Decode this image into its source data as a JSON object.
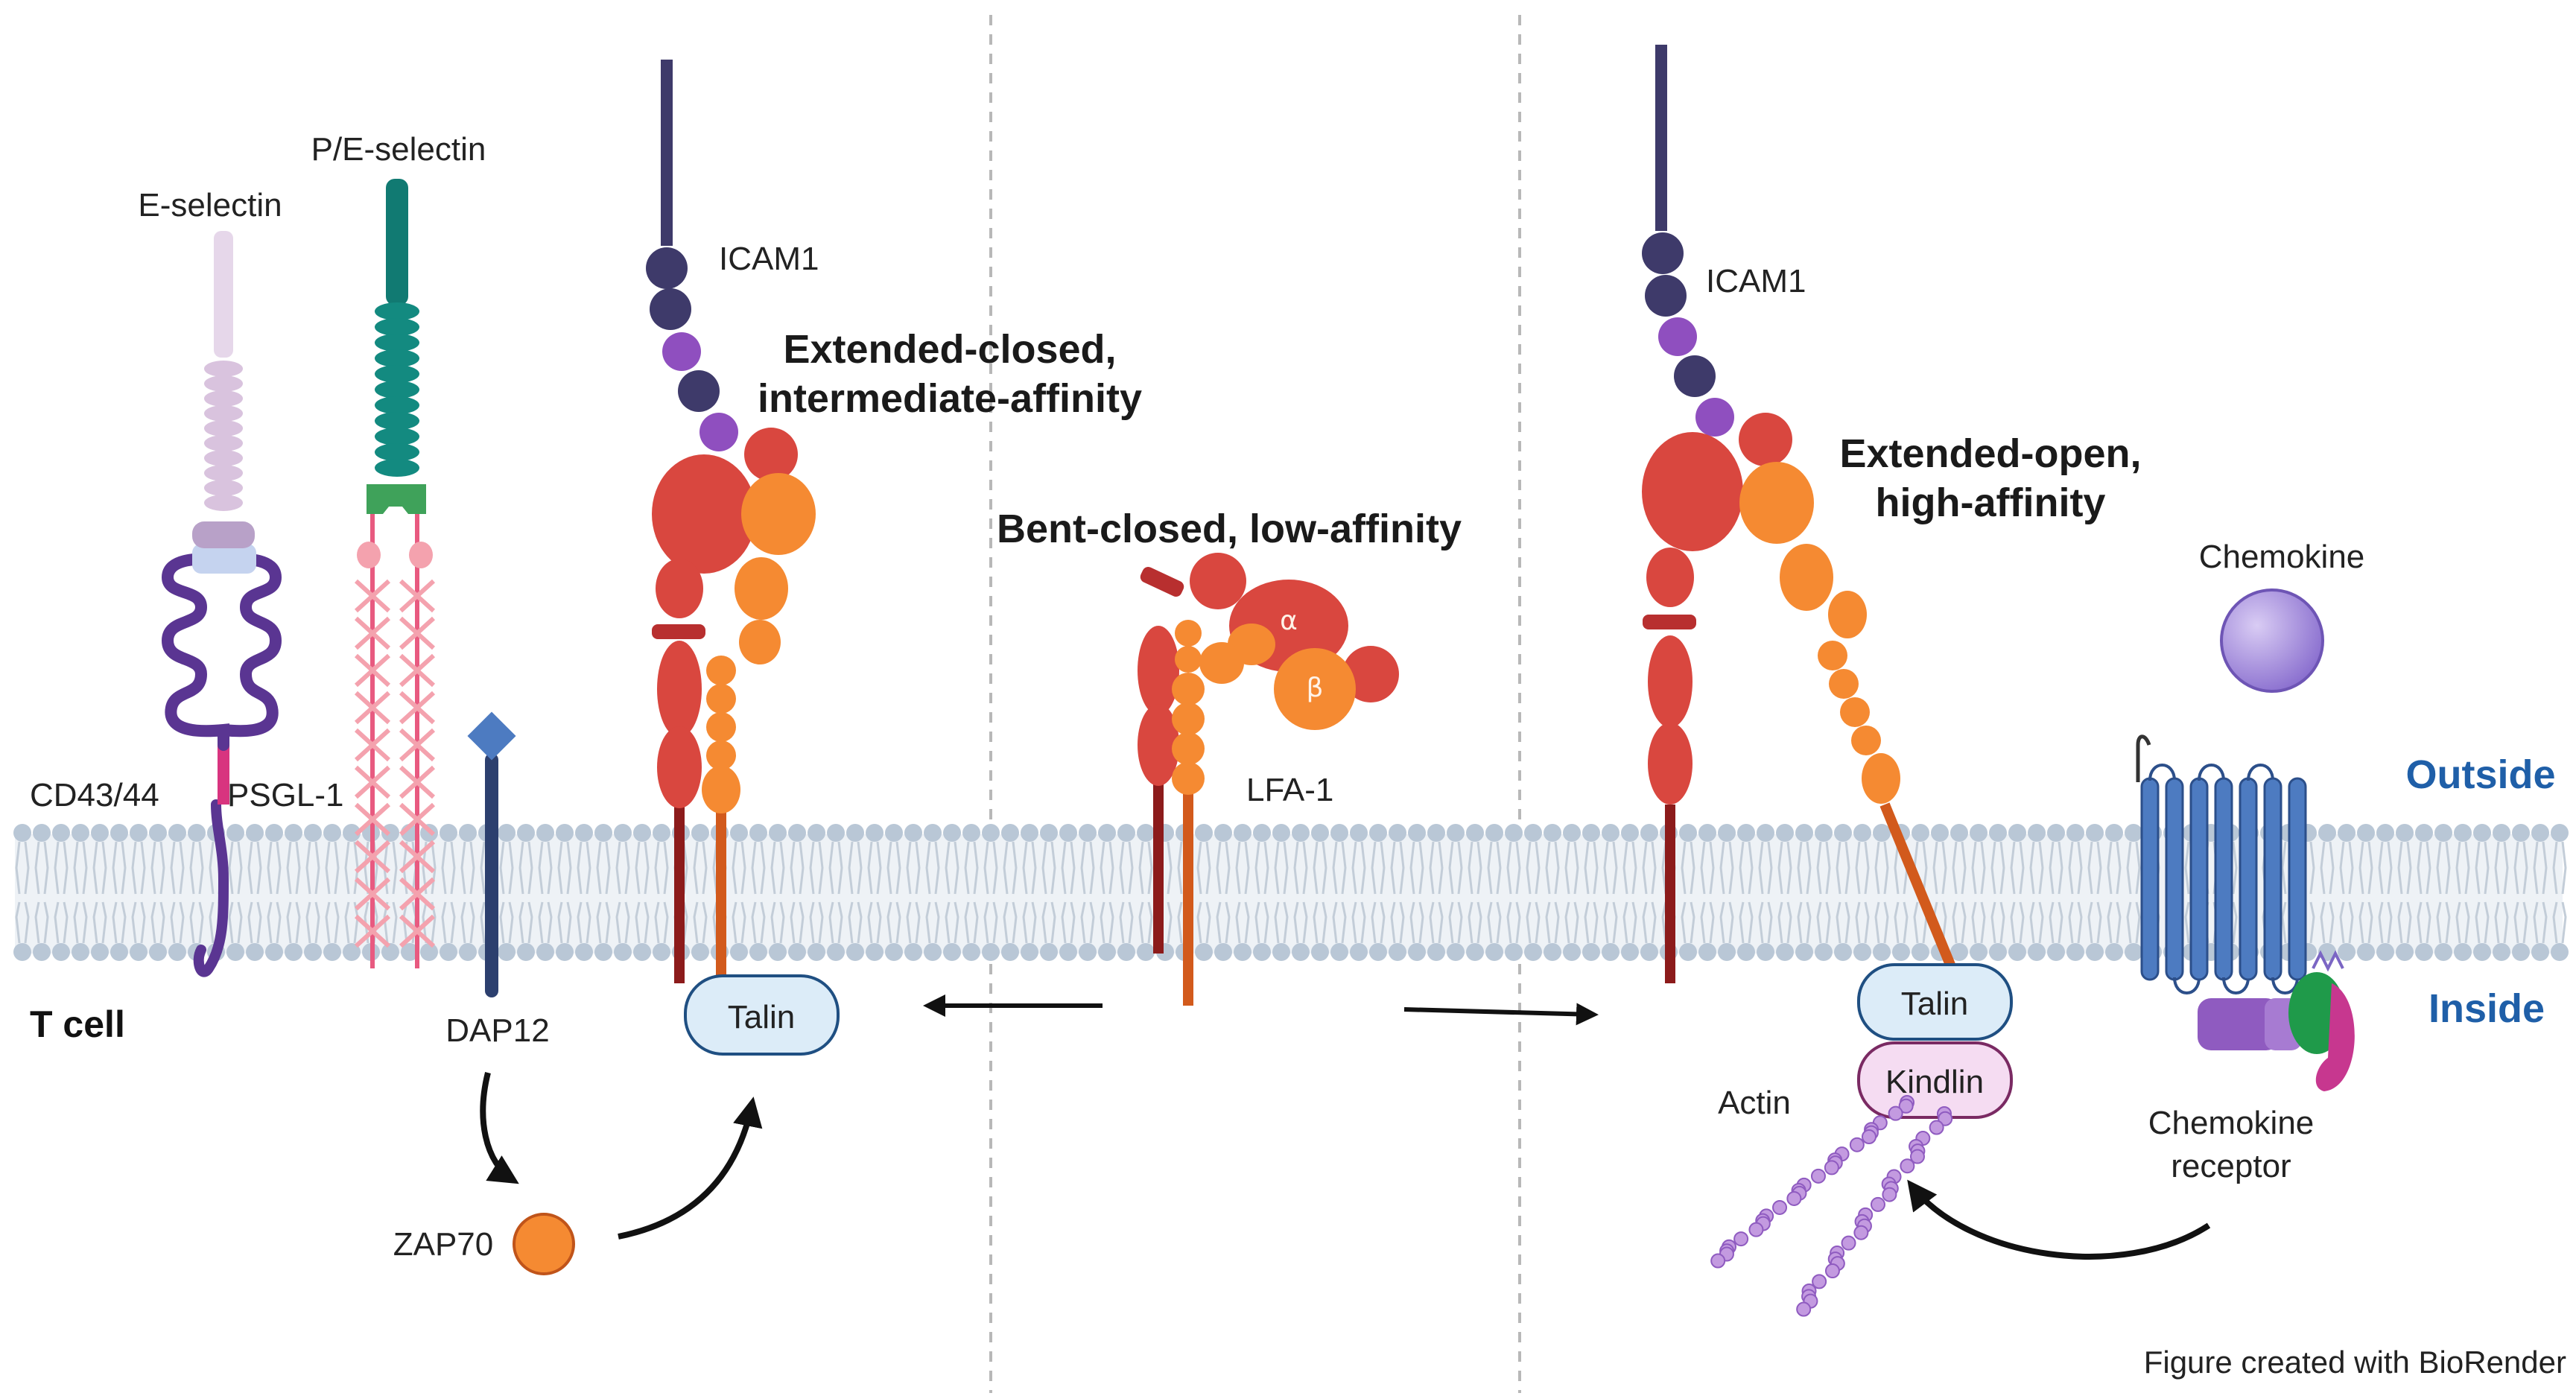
{
  "labels": {
    "e_selectin": "E-selectin",
    "pe_selectin": "P/E-selectin",
    "icam1_left": "ICAM1",
    "icam1_right": "ICAM1",
    "extended_closed_1": "Extended-closed,",
    "extended_closed_2": "intermediate-affinity",
    "bent_closed": "Bent-closed, low-affinity",
    "extended_open_1": "Extended-open,",
    "extended_open_2": "high-affinity",
    "chemokine": "Chemokine",
    "outside": "Outside",
    "inside": "Inside",
    "cd43_44": "CD43/44",
    "psgl1": "PSGL-1",
    "lfa1": "LFA-1",
    "alpha": "α",
    "beta": "β",
    "t_cell": "T cell",
    "dap12": "DAP12",
    "talin_left": "Talin",
    "talin_right": "Talin",
    "kindlin": "Kindlin",
    "actin": "Actin",
    "chemokine_receptor_1": "Chemokine",
    "chemokine_receptor_2": "receptor",
    "zap70": "ZAP70",
    "credit": "Figure created with BioRender"
  },
  "colors": {
    "membrane": "#b9c7d6",
    "integrin_alpha": "#d9473f",
    "integrin_beta": "#f58a32",
    "icam1": "#3e3a6a",
    "icam1_accent": "#8f4fbf",
    "pe_selectin": "#117a72",
    "e_selectin": "#d5c3de",
    "psgl1": "#f28b9a",
    "cd43": "#5a3592",
    "dap12": "#2c3f6e",
    "talin": "#dcecf8",
    "kindlin": "#f5dcf2",
    "chemokine": "#9d86d9",
    "side_label": "#1f5fa8"
  }
}
